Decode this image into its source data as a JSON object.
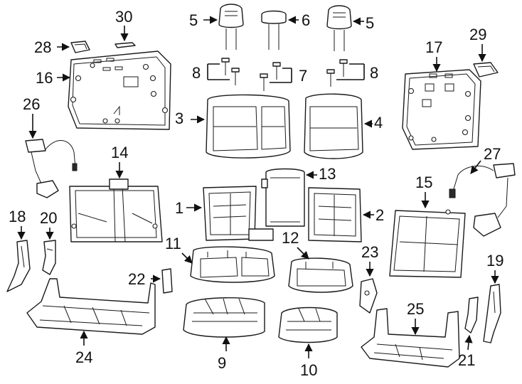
{
  "callouts": {
    "c1": "1",
    "c2": "2",
    "c3": "3",
    "c4": "4",
    "c5a": "5",
    "c5b": "5",
    "c6": "6",
    "c7": "7",
    "c8a": "8",
    "c8b": "8",
    "c9": "9",
    "c10": "10",
    "c11": "11",
    "c12": "12",
    "c13": "13",
    "c14": "14",
    "c15": "15",
    "c16": "16",
    "c17": "17",
    "c18": "18",
    "c19": "19",
    "c20": "20",
    "c21": "21",
    "c22": "22",
    "c23": "23",
    "c24": "24",
    "c25": "25",
    "c26": "26",
    "c27": "27",
    "c28": "28",
    "c29": "29",
    "c30": "30"
  },
  "colors": {
    "line": "#1a1a1a",
    "background": "#ffffff"
  }
}
